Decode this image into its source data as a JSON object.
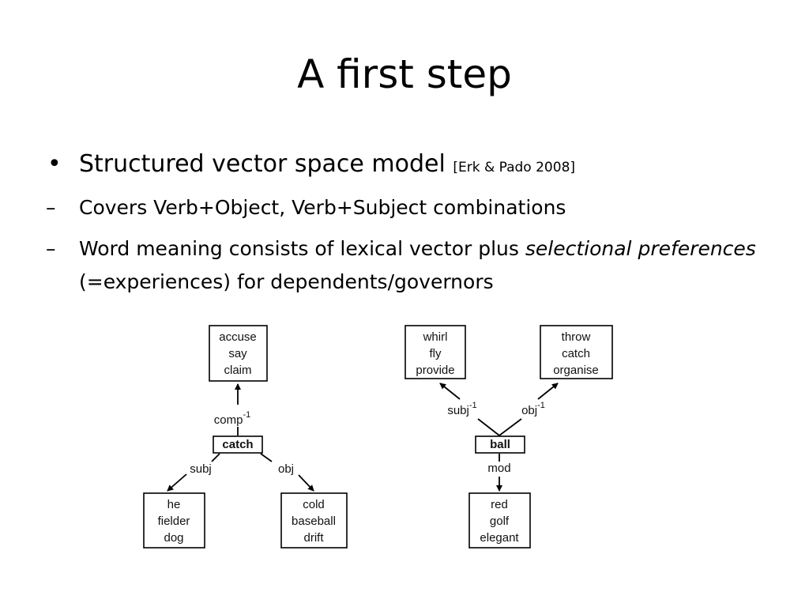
{
  "slide": {
    "title": "A first step",
    "bullets": [
      {
        "marker": "•",
        "text": "Structured vector space model",
        "ref": "[Erk & Pado 2008]"
      },
      {
        "marker": "–",
        "text": "Covers Verb+Object, Verb+Subject combinations"
      },
      {
        "marker": "–",
        "text_a": "Word meaning consists of lexical vector plus",
        "italic_a": "selectional",
        "italic_b": "preferences",
        "text_b": "(=experiences) for dependents/governors"
      }
    ]
  },
  "diagram": {
    "left": {
      "center": "catch",
      "up_label": "comp",
      "up_sup": "-1",
      "up_box": [
        "accuse",
        "say",
        "claim"
      ],
      "left_label": "subj",
      "left_box": [
        "he",
        "fielder",
        "dog"
      ],
      "right_label": "obj",
      "right_box": [
        "cold",
        "baseball",
        "drift"
      ]
    },
    "right": {
      "center": "ball",
      "left_label": "subj",
      "left_sup": "-1",
      "left_box": [
        "whirl",
        "fly",
        "provide"
      ],
      "right_label": "obj",
      "right_sup": "-1",
      "right_box": [
        "throw",
        "catch",
        "organise"
      ],
      "down_label": "mod",
      "down_box": [
        "red",
        "golf",
        "elegant"
      ]
    }
  }
}
